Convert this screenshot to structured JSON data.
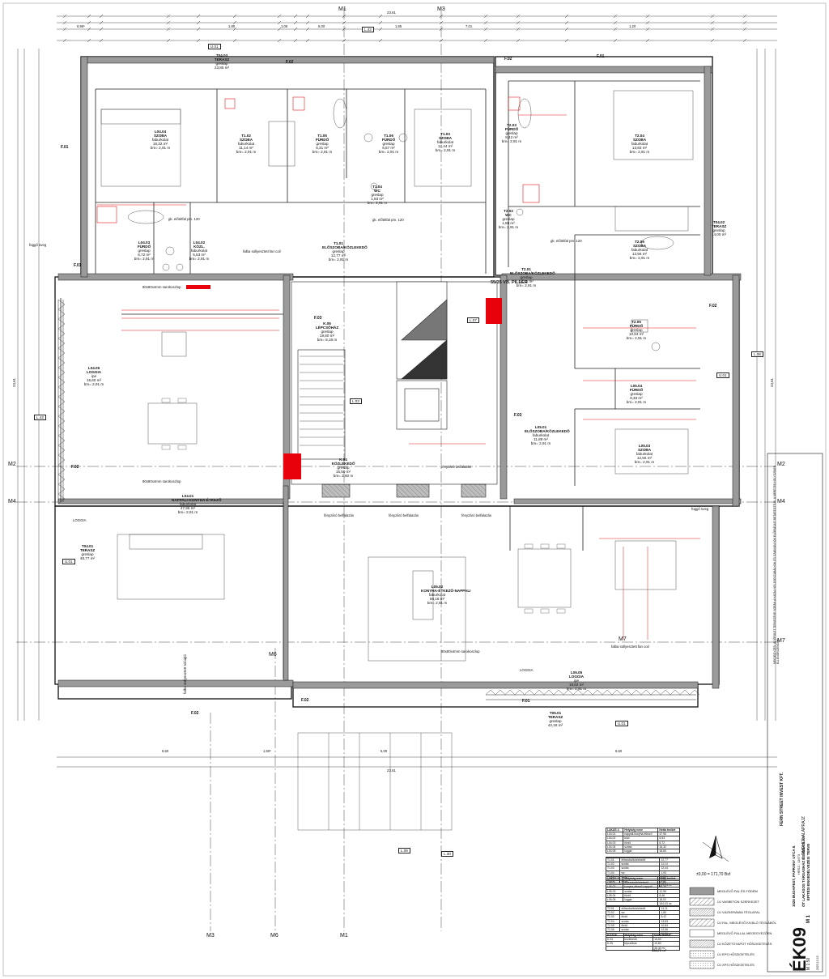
{
  "sheet": {
    "project_code": "ÉK09",
    "sheet_no": "M 1",
    "scale": "M 1:50",
    "date": "2023.10.15",
    "title_line1": "1026 BUDAPEST, PAPRÁNY UTCA 8.",
    "title_line2": "HRSZ.: 11673",
    "title_line3": "ÖT LAKÁSOS TÁRSASHÁZ ÉS INGATLAN",
    "title_line4": "ÉPÍTÉSI ENGEDÉLYEZÉSI TERVE",
    "client": "FERN STREET INVEST KFT.",
    "drawing_title": "I. EMELETI ALAPRAJZ",
    "datum": "±0,00 = 171,70 Bsf",
    "notice": "MEGJEGYZÉS: AZ ÉPÜLET TERVEZÉSE SORÁN A HATÁLYOS JOGSZABÁLYOK ÉS SZABVÁNYOK ELŐÍRÁSAIT BETARTOTTUK. A MÉRETEK HELYSZÍNEN ELLENŐRIZENDŐK."
  },
  "axes": {
    "top": [
      "M1",
      "M3"
    ],
    "left": [
      "M2",
      "M4"
    ],
    "right": [
      "M2",
      "M4",
      "M7"
    ],
    "bottom": [
      "M3",
      "M6",
      "M1"
    ],
    "mid": [
      "M6",
      "M7"
    ]
  },
  "overall_dims": {
    "top_total": "23,61",
    "bottom_total": "23,61",
    "left_total": "23,61",
    "right_total": "23,61",
    "top_segments": [
      "6,96⁵",
      "1,80",
      "1,06",
      "6,00",
      "1,85",
      "7,01",
      "1,20"
    ],
    "bottom_segments": [
      "6,60",
      "1,50⁵",
      "6,00",
      "6,60"
    ]
  },
  "markers": {
    "section_cuts": [
      "L.43",
      "U.01",
      "U.01",
      "L.43",
      "U.01",
      "U.01",
      "L.07",
      "L.03",
      "L.09",
      "L.30",
      "L.08"
    ],
    "fire_doors": [
      "F.02",
      "F.01",
      "F.02",
      "F.01",
      "F.01",
      "F.03",
      "F.03",
      "F.02",
      "F.02",
      "F.02",
      "F.01",
      "F.02"
    ]
  },
  "rooms": [
    {
      "id": "T04.03",
      "name": "TERASZ",
      "floor": "greslap",
      "area": "23,85 m²"
    },
    {
      "id": "L04.04",
      "name": "SZOBA",
      "floor": "faburkolat",
      "area": "16,32 m²",
      "height": "bm= 2,91 m"
    },
    {
      "id": "T1.02",
      "name": "SZOBA",
      "floor": "faburkolat",
      "area": "11,14 m²",
      "height": "bm= 2,91 m"
    },
    {
      "id": "T1.05",
      "name": "FÜRDŐ",
      "floor": "greslap",
      "area": "6,31 m²",
      "height": "bm= 2,91 m"
    },
    {
      "id": "T1.06",
      "name": "FÜRDŐ",
      "floor": "greslap",
      "area": "6,57 m²",
      "height": "bm= 2,91 m"
    },
    {
      "id": "T1.03",
      "name": "SZOBA",
      "floor": "faburkolat",
      "area": "12,44 m²",
      "height": "bm= 2,91 m"
    },
    {
      "id": "T1.04",
      "name": "WC",
      "floor": "greslap",
      "area": "1,93 m²",
      "height": "bm= 2,91 m"
    },
    {
      "id": "T1.01",
      "name": "ELŐSZOBA/KÖZLEKEDŐ",
      "floor": "greslap",
      "area": "12,77 m²",
      "height": "bm= 2,91 m"
    },
    {
      "id": "T2.03",
      "name": "FÜRDŐ",
      "floor": "greslap",
      "area": "8,42 m²",
      "height": "bm= 2,91 m"
    },
    {
      "id": "T2.04",
      "name": "SZOBA",
      "floor": "faburkolat",
      "area": "13,83 m²",
      "height": "bm= 2,91 m"
    },
    {
      "id": "T2.02",
      "name": "WC",
      "floor": "greslap",
      "area": "1,80 m²",
      "height": "bm= 2,91 m"
    },
    {
      "id": "T2.01",
      "name": "ELŐSZOBA/KÖZLEKEDŐ",
      "floor": "greslap",
      "area": "14,11 m²",
      "height": "bm= 2,91 m"
    },
    {
      "id": "T2.06",
      "name": "SZOBA",
      "floor": "faburkolat",
      "area": "12,56 m²",
      "height": "bm= 2,91 m"
    },
    {
      "id": "T2.05",
      "name": "FÜRDŐ",
      "floor": "greslap",
      "area": "10,84 m²",
      "height": "bm= 2,91 m"
    },
    {
      "id": "T04.02",
      "name": "TERASZ",
      "floor": "greslap",
      "area": "14,00 m²"
    },
    {
      "id": "L04.03",
      "name": "FÜRDŐ",
      "floor": "greslap",
      "area": "6,72 m²",
      "height": "bm= 2,91 m"
    },
    {
      "id": "L04.02",
      "name": "KÖZL.",
      "floor": "faburkolat",
      "area": "5,53 m²",
      "height": "bm= 2,91 m"
    },
    {
      "id": "K.05",
      "name": "LÉPCSŐHÁZ",
      "floor": "greslap",
      "area": "19,80 m²",
      "height": "bm= 8,18 m"
    },
    {
      "id": "L04.05",
      "name": "LOGGIA",
      "floor": "ipe",
      "area": "16,60 m²",
      "height": "bm= 2,91 m"
    },
    {
      "id": "K.04",
      "name": "KÖZLEKEDŐ",
      "floor": "greslap",
      "area": "15,50 m²",
      "height": "bm= 2,60 m"
    },
    {
      "id": "L05.01",
      "name": "ELŐSZOBA/KÖZLEKEDŐ",
      "floor": "faburkolat",
      "area": "11,89 m²",
      "height": "bm= 2,91 m"
    },
    {
      "id": "L05.04",
      "name": "FÜRDŐ",
      "floor": "greslap",
      "area": "8,48 m²",
      "height": "bm= 2,91 m"
    },
    {
      "id": "L05.03",
      "name": "SZOBA",
      "floor": "faburkolat",
      "area": "12,56 m²",
      "height": "bm= 2,91 m"
    },
    {
      "id": "L04.01",
      "name": "NAPPALI-KONYHA-ÉTKEZŐ",
      "floor": "faburkolat",
      "area": "47,96 m²",
      "height": "bm= 2,91 m"
    },
    {
      "id": "T04.01",
      "name": "TERASZ",
      "floor": "greslap",
      "area": "48,77 m²"
    },
    {
      "id": "L05.02",
      "name": "KONYHA-ÉTKEZŐ-NAPPALI",
      "floor": "faburkolat",
      "area": "58,18 m²",
      "height": "bm= 2,91 m"
    },
    {
      "id": "L05.05",
      "name": "LOGGIA",
      "floor": "ipe",
      "area": "18,02 m²",
      "height": "bm= 2,91 m"
    },
    {
      "id": "T05.01",
      "name": "TERASZ",
      "floor": "greslap",
      "area": "42,18 m²"
    }
  ],
  "notes": [
    {
      "text": "80x80x4mm sarokoszlop"
    },
    {
      "text": "80x80x4mm sarokoszlop"
    },
    {
      "text": "80x80x4mm sarokoszlop"
    },
    {
      "text": "55/35 VB. PILLÉR"
    },
    {
      "text": "LOGGIA"
    },
    {
      "text": "LOGGIA"
    },
    {
      "text": "falba süllyesztett tolóajtó"
    },
    {
      "text": "falba süllyesztett fan coil"
    },
    {
      "text": "falba süllyesztett fan coil"
    },
    {
      "text": "függő üveg"
    },
    {
      "text": "függő üveg"
    },
    {
      "text": "gk. előtétfal pm. 120"
    },
    {
      "text": "gk. előtétfal pm. 120"
    },
    {
      "text": "gk. előtétfal pm. 120"
    },
    {
      "text": "fényzáró belfalazás"
    },
    {
      "text": "fényzáró belfalazás"
    },
    {
      "text": "fényzáró belfalazás"
    },
    {
      "text": "fényzáró belfalazás"
    }
  ],
  "schedules": [
    {
      "header": [
        "LAKÁS 4.",
        "Helyiség neve",
        "Nettó terület"
      ],
      "rows": [
        [
          "L04.01",
          "nappali-konyha-étkező",
          "47,96"
        ],
        [
          "L04.02",
          "közl.",
          "5,53"
        ],
        [
          "L04.03",
          "fürdő",
          "6,72"
        ],
        [
          "L04.04",
          "szoba",
          "16,32"
        ],
        [
          "L04.05",
          "loggia",
          "16,60"
        ]
      ]
    },
    {
      "header": [
        "",
        "",
        ""
      ],
      "rows": [
        [
          "T1.01",
          "előszoba/közlekedő",
          "12,77"
        ],
        [
          "T1.02",
          "szoba",
          "11,14"
        ],
        [
          "T1.03",
          "szoba",
          "12,44"
        ],
        [
          "T1.04",
          "wc",
          "1,93"
        ],
        [
          "T1.05",
          "fürdő",
          "6,31"
        ],
        [
          "T1.06",
          "fürdő",
          "6,57"
        ]
      ],
      "total": "97,74 m²"
    },
    {
      "header": [
        "LAKÁS 5.",
        "Helyiség neve",
        "Nettó terület"
      ],
      "rows": [
        [
          "L05.01",
          "előszoba/közlekedő",
          "11,89"
        ],
        [
          "L05.02",
          "konyha-étkező-nappali",
          "58,18"
        ],
        [
          "L05.03",
          "szoba",
          "12,56"
        ],
        [
          "L05.04",
          "fürdő",
          "8,48"
        ],
        [
          "L05.05",
          "loggia",
          "18,02"
        ]
      ],
      "total": "154,03 m²"
    },
    {
      "header": [
        "",
        "",
        ""
      ],
      "rows": [
        [
          "T2.01",
          "előszoba/közlekedő",
          "14,11"
        ],
        [
          "T2.02",
          "wc",
          "1,80"
        ],
        [
          "T2.03",
          "fürdő",
          "8,42"
        ],
        [
          "T2.04",
          "szoba",
          "13,83"
        ],
        [
          "T2.05",
          "fürdő",
          "10,84"
        ],
        [
          "T2.06",
          "szoba",
          "12,56"
        ]
      ],
      "total": "61,56 m²"
    },
    {
      "header": [
        "KÖZÖS",
        "Helyiség neve",
        "Nettó terület"
      ],
      "rows": [
        [
          "K.04",
          "közlekedő",
          "15,50"
        ],
        [
          "K.05",
          "lépcsőház",
          "19,80"
        ]
      ],
      "total": "35,30 m²"
    }
  ],
  "schedule_grand_total": "438,72 m²",
  "legend": [
    {
      "label": "MEGLÉVŐ FAL ÉS FÖDÉM",
      "pattern": "solid-gray"
    },
    {
      "label": "ÚJ VASBETON SZERKEZET",
      "pattern": "hatch"
    },
    {
      "label": "ÚJ VÁZKERÁMIA TÉGLAFAL",
      "pattern": "hatch-dense"
    },
    {
      "label": "ÚJ FAL, MEGLÉVŐ KIVÁLÓ TÉGLÁBÓL",
      "pattern": "cross"
    },
    {
      "label": "MEGLÉVŐ FALLAL MEGEGYEZŐEN",
      "pattern": "none"
    },
    {
      "label": "ÚJ KŐZETGYAPOT HŐSZIGETELÉS",
      "pattern": "wave"
    },
    {
      "label": "ÚJ EPS HŐSZIGETELÉS",
      "pattern": "dots"
    },
    {
      "label": "ÚJ XPS HŐSZIGETELÉS",
      "pattern": "dots-dense"
    }
  ],
  "colors": {
    "line": "#1a1a1a",
    "wall_fill": "#9a9a9a",
    "red_dim": "#e0191b",
    "red_fill": "#e8000b",
    "paper": "#ffffff"
  }
}
